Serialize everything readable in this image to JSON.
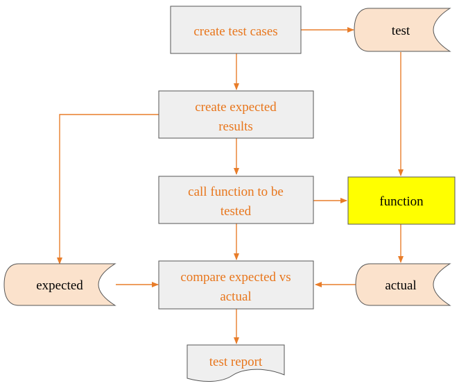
{
  "colors": {
    "process_fill": "#efefef",
    "process_stroke": "#555555",
    "process_text": "#e8761c",
    "storage_fill": "#fbe2cc",
    "storage_stroke": "#555555",
    "function_fill": "#ffff00",
    "edge": "#e87d2a",
    "black_text": "#000000"
  },
  "nodes": {
    "create_test_cases": {
      "lines": [
        "create test cases"
      ]
    },
    "create_expected_results": {
      "lines": [
        "create expected",
        "results"
      ]
    },
    "call_function": {
      "lines": [
        "call function to be",
        "tested"
      ]
    },
    "compare": {
      "lines": [
        "compare expected vs",
        "actual"
      ]
    },
    "test_report": {
      "lines": [
        "test report"
      ]
    },
    "test_data": {
      "lines": [
        "test"
      ]
    },
    "function_box": {
      "lines": [
        "function"
      ]
    },
    "expected_data": {
      "lines": [
        "expected"
      ]
    },
    "actual_data": {
      "lines": [
        "actual"
      ]
    }
  }
}
